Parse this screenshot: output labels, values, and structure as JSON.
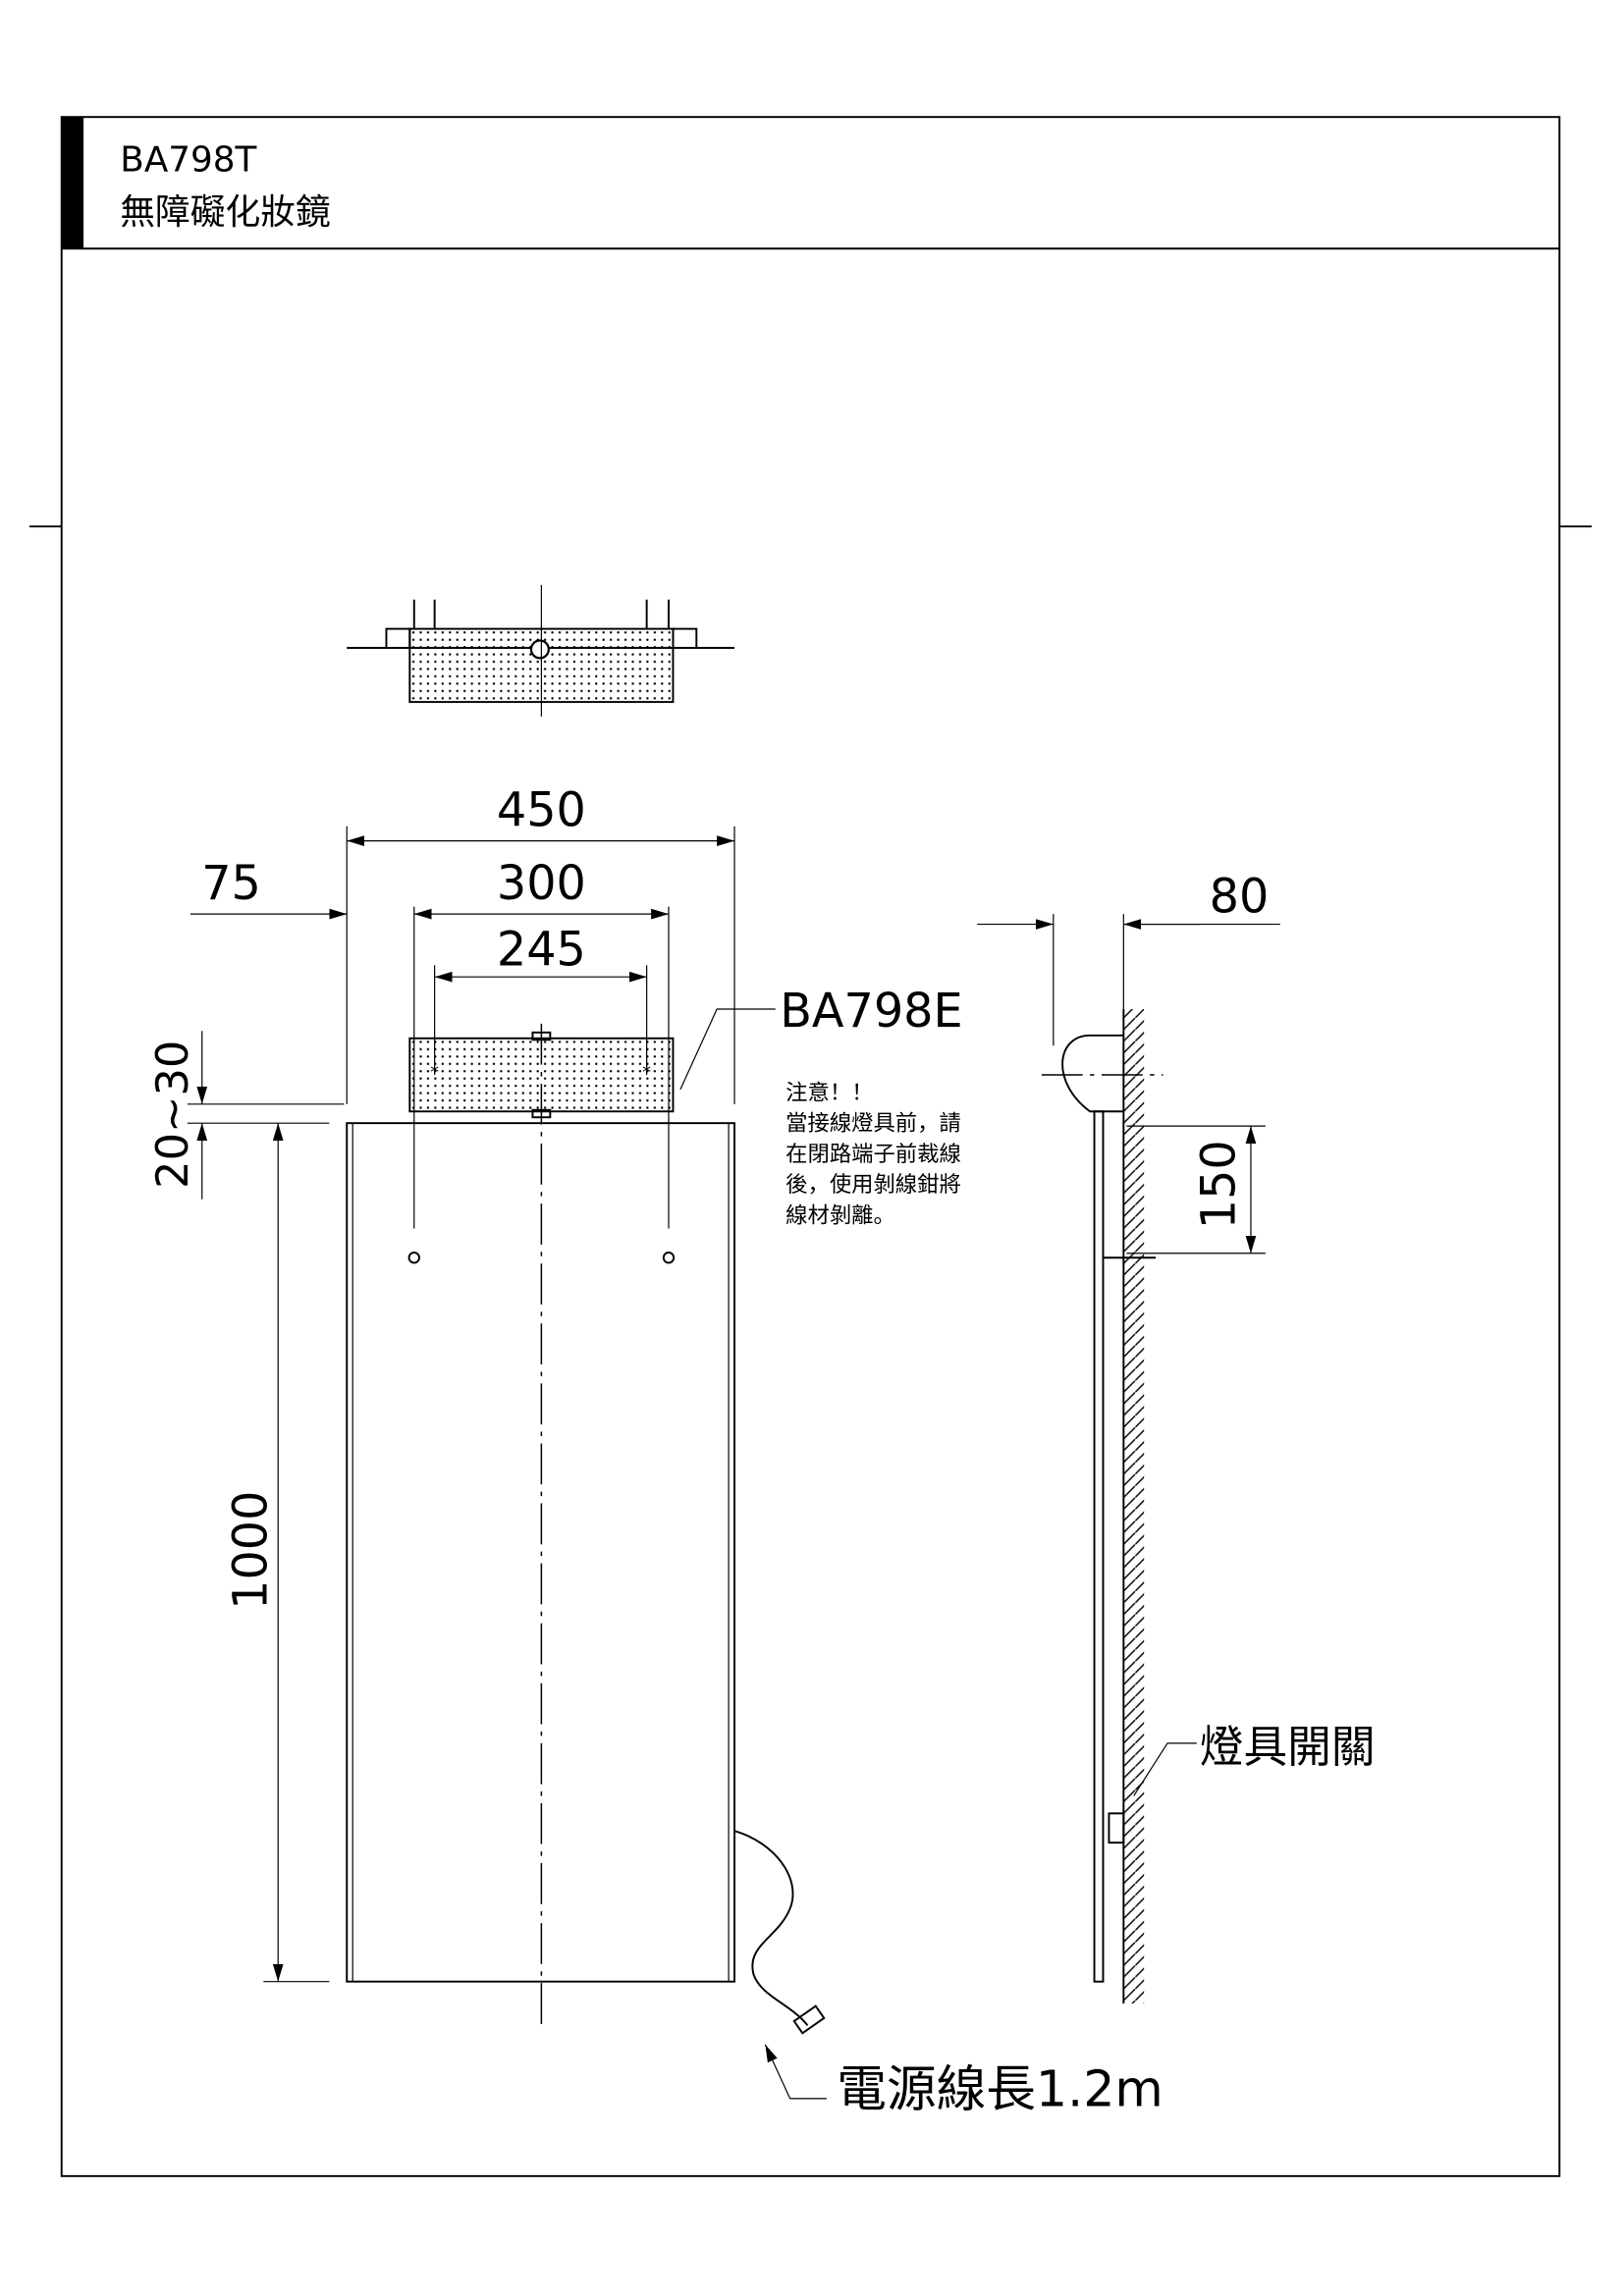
{
  "header": {
    "model": "BA798T",
    "product_name": "無障礙化妝鏡"
  },
  "dimensions": {
    "width_total": "450",
    "bolt_spacing": "300",
    "light_hole_spacing": "245",
    "side_offset": "75",
    "gap": "20~30",
    "height": "1000",
    "depth": "80",
    "switch_offset": "150"
  },
  "labels": {
    "light_model": "BA798E",
    "switch": "燈具開關",
    "cable": "電源線長1.2m"
  },
  "note": {
    "lines": [
      "注意！！",
      "當接線燈具前，請",
      "在閉路端子前裁線",
      "後，使用剝線鉗將",
      "線材剝離。"
    ]
  }
}
